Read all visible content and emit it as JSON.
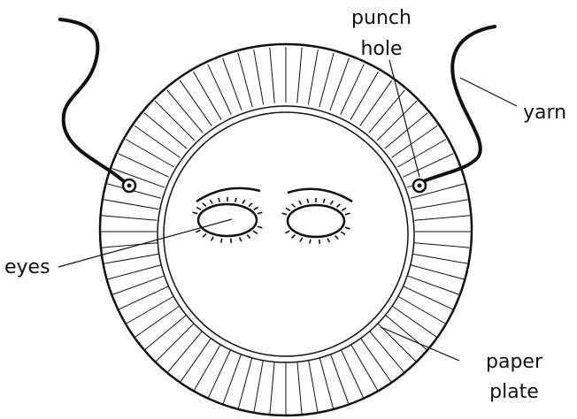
{
  "labels": {
    "punch_hole_line1": "punch",
    "punch_hole_line2": "hole",
    "yarn": "yarn",
    "eyes": "eyes",
    "paper_plate_line1": "paper",
    "paper_plate_line2": "plate"
  },
  "colors": {
    "ink": "#111111",
    "background": "#ffffff"
  }
}
